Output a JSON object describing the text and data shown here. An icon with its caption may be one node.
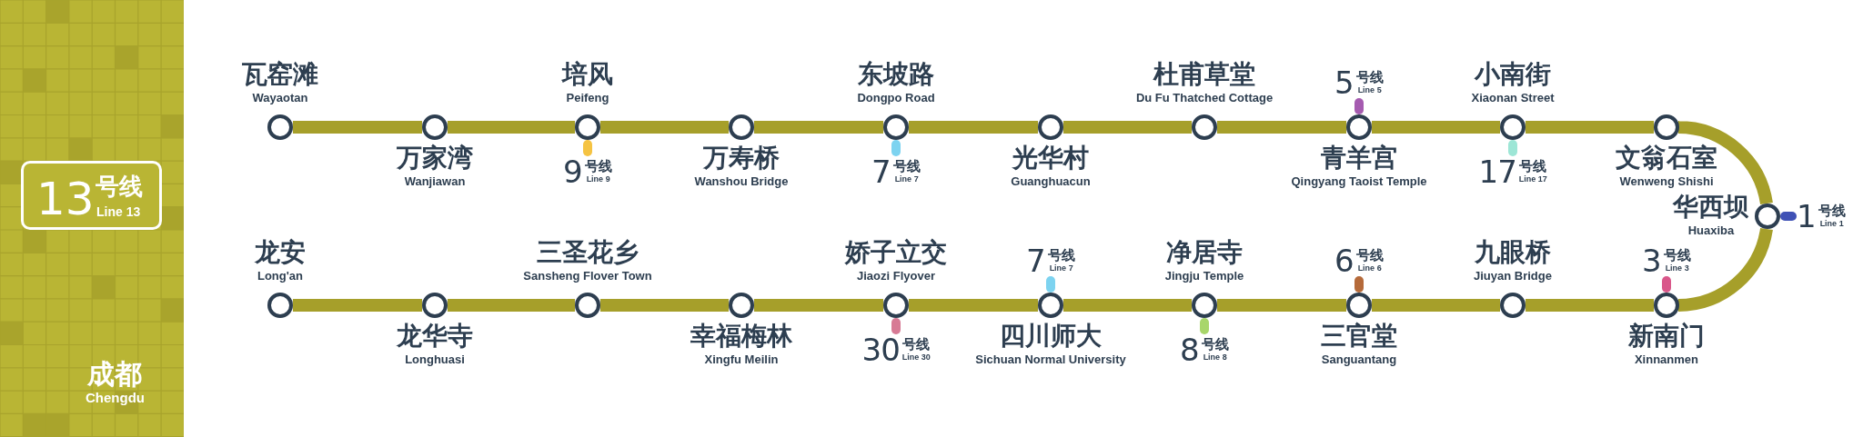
{
  "diagram": {
    "nodes": [
      {
        "text": [
          "13",
          "号线",
          "Line 13"
        ]
      },
      {
        "text": [
          "瓦窑滩",
          "Wayaotan"
        ]
      },
      {
        "text": [
          "万家湾",
          "Wanjiawan"
        ]
      },
      {
        "text": [
          "培风",
          "Peifeng"
        ]
      },
      {
        "text": [
          "9",
          "号线",
          "Line 9"
        ]
      },
      {
        "text": [
          "万寿桥",
          "Wanshou Bridge"
        ]
      },
      {
        "text": [
          "东坡路",
          "Dongpo Road"
        ]
      },
      {
        "text": [
          "7",
          "号线",
          "Line 7"
        ]
      },
      {
        "text": [
          "光华村",
          "Guanghuacun"
        ]
      },
      {
        "text": [
          "杜甫草堂",
          "Du Fu Thatched Cottage"
        ]
      },
      {
        "text": [
          "青羊宫",
          "Qingyang Taoist Temple"
        ]
      },
      {
        "text": [
          "5",
          "号线",
          "Line 5"
        ]
      },
      {
        "text": [
          "小南街",
          "Xiaonan Street"
        ]
      },
      {
        "text": [
          "17",
          "号线",
          "Line 17"
        ]
      },
      {
        "text": [
          "文翁石室",
          "Wenweng Shishi"
        ]
      },
      {
        "text": [
          "华西坝",
          "Huaxiba"
        ]
      },
      {
        "text": [
          "1",
          "号线",
          "Line 1"
        ]
      },
      {
        "text": [
          "新南门",
          "Xinnanmen"
        ]
      },
      {
        "text": [
          "3",
          "号线",
          "Line 3"
        ]
      },
      {
        "text": [
          "九眼桥",
          "Jiuyan Bridge"
        ]
      },
      {
        "text": [
          "三官堂",
          "Sanguantang"
        ]
      },
      {
        "text": [
          "6",
          "号线",
          "Line 6"
        ]
      },
      {
        "text": [
          "净居寺",
          "Jingju Temple"
        ]
      },
      {
        "text": [
          "8",
          "号线",
          "Line 8"
        ]
      },
      {
        "text": [
          "四川师大",
          "Sichuan Normal University"
        ]
      },
      {
        "text": [
          "7",
          "号线",
          "Line 7"
        ]
      },
      {
        "text": [
          "娇子立交",
          "Jiaozi Flyover"
        ]
      },
      {
        "text": [
          "30",
          "号线",
          "Line 30"
        ]
      },
      {
        "text": [
          "幸福梅林",
          "Xingfu Meilin"
        ]
      },
      {
        "text": [
          "三圣花乡",
          "Sansheng Flover Town"
        ]
      },
      {
        "text": [
          "龙华寺",
          "Longhuasi"
        ]
      },
      {
        "text": [
          "龙安",
          "Long'an"
        ]
      }
    ],
    "edges": [
      {
        "from": 1,
        "to": 2,
        "arrow": "none"
      },
      {
        "from": 2,
        "to": 3,
        "arrow": "none"
      },
      {
        "from": 3,
        "to": 5,
        "arrow": "none"
      },
      {
        "from": 5,
        "to": 6,
        "arrow": "none"
      },
      {
        "from": 6,
        "to": 8,
        "arrow": "none"
      },
      {
        "from": 8,
        "to": 9,
        "arrow": "none"
      },
      {
        "from": 9,
        "to": 10,
        "arrow": "none"
      },
      {
        "from": 10,
        "to": 12,
        "arrow": "none"
      },
      {
        "from": 12,
        "to": 14,
        "arrow": "none"
      },
      {
        "from": 14,
        "to": 15,
        "arrow": "none"
      },
      {
        "from": 15,
        "to": 17,
        "arrow": "none"
      },
      {
        "from": 17,
        "to": 19,
        "arrow": "none"
      },
      {
        "from": 19,
        "to": 20,
        "arrow": "none"
      },
      {
        "from": 20,
        "to": 22,
        "arrow": "none"
      },
      {
        "from": 22,
        "to": 24,
        "arrow": "none"
      },
      {
        "from": 24,
        "to": 26,
        "arrow": "none"
      },
      {
        "from": 26,
        "to": 28,
        "arrow": "none"
      },
      {
        "from": 28,
        "to": 29,
        "arrow": "none"
      },
      {
        "from": 29,
        "to": 30,
        "arrow": "none"
      },
      {
        "from": 30,
        "to": 31,
        "arrow": "none"
      },
      {
        "from": 3,
        "to": 4,
        "arrow": "none",
        "color": "#f5c342"
      },
      {
        "from": 6,
        "to": 7,
        "arrow": "none",
        "color": "#7dd3f0"
      },
      {
        "from": 10,
        "to": 11,
        "arrow": "none",
        "color": "#a55bb0"
      },
      {
        "from": 12,
        "to": 13,
        "arrow": "none",
        "color": "#9de6d6"
      },
      {
        "from": 15,
        "to": 16,
        "arrow": "none",
        "color": "#3f51b5"
      },
      {
        "from": 17,
        "to": 18,
        "arrow": "none",
        "color": "#d9578a"
      },
      {
        "from": 20,
        "to": 21,
        "arrow": "none",
        "color": "#b56a3a"
      },
      {
        "from": 22,
        "to": 23,
        "arrow": "none",
        "color": "#a8d66b"
      },
      {
        "from": 24,
        "to": 25,
        "arrow": "none",
        "color": "#7dd3f0"
      },
      {
        "from": 26,
        "to": 27,
        "arrow": "none",
        "color": "#d77a95"
      }
    ],
    "labels": [
      "成都",
      "Chengdu"
    ]
  }
}
